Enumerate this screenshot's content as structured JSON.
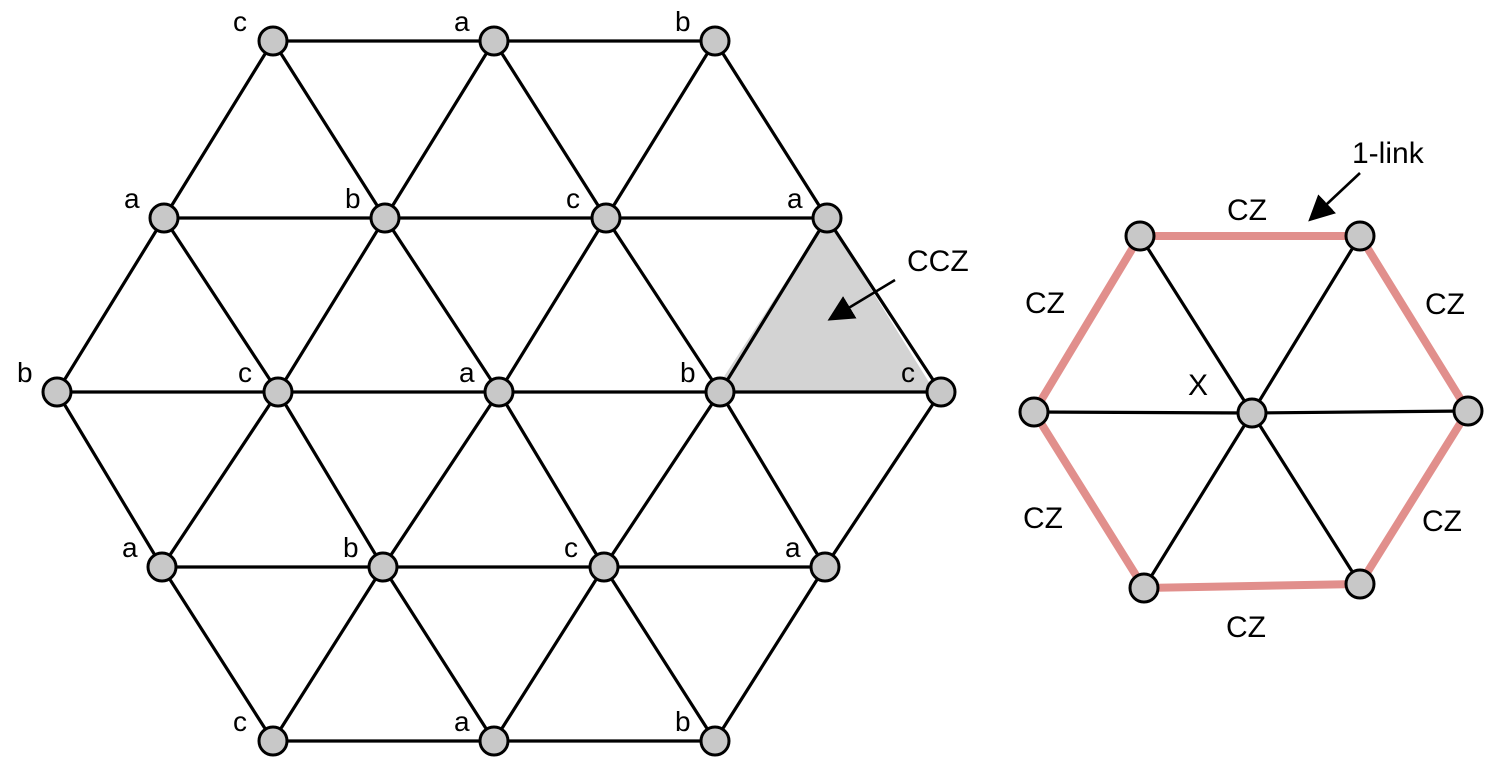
{
  "lattice": {
    "rows": [
      [
        "c",
        "a",
        "b"
      ],
      [
        "a",
        "b",
        "c",
        "a"
      ],
      [
        "b",
        "c",
        "a",
        "b",
        "c"
      ],
      [
        "a",
        "b",
        "c",
        "a"
      ],
      [
        "c",
        "a",
        "b"
      ]
    ],
    "highlighted_triangle_label": "CCZ"
  },
  "unit_cell": {
    "center_label": "X",
    "edge_labels": [
      "CZ",
      "CZ",
      "CZ",
      "CZ",
      "CZ",
      "CZ"
    ],
    "link_label": "1-link"
  },
  "colors": {
    "node_fill": "#c8c8c8",
    "triangle_fill": "#d3d3d3",
    "link_highlight": "#e08a86",
    "line": "#000000"
  }
}
